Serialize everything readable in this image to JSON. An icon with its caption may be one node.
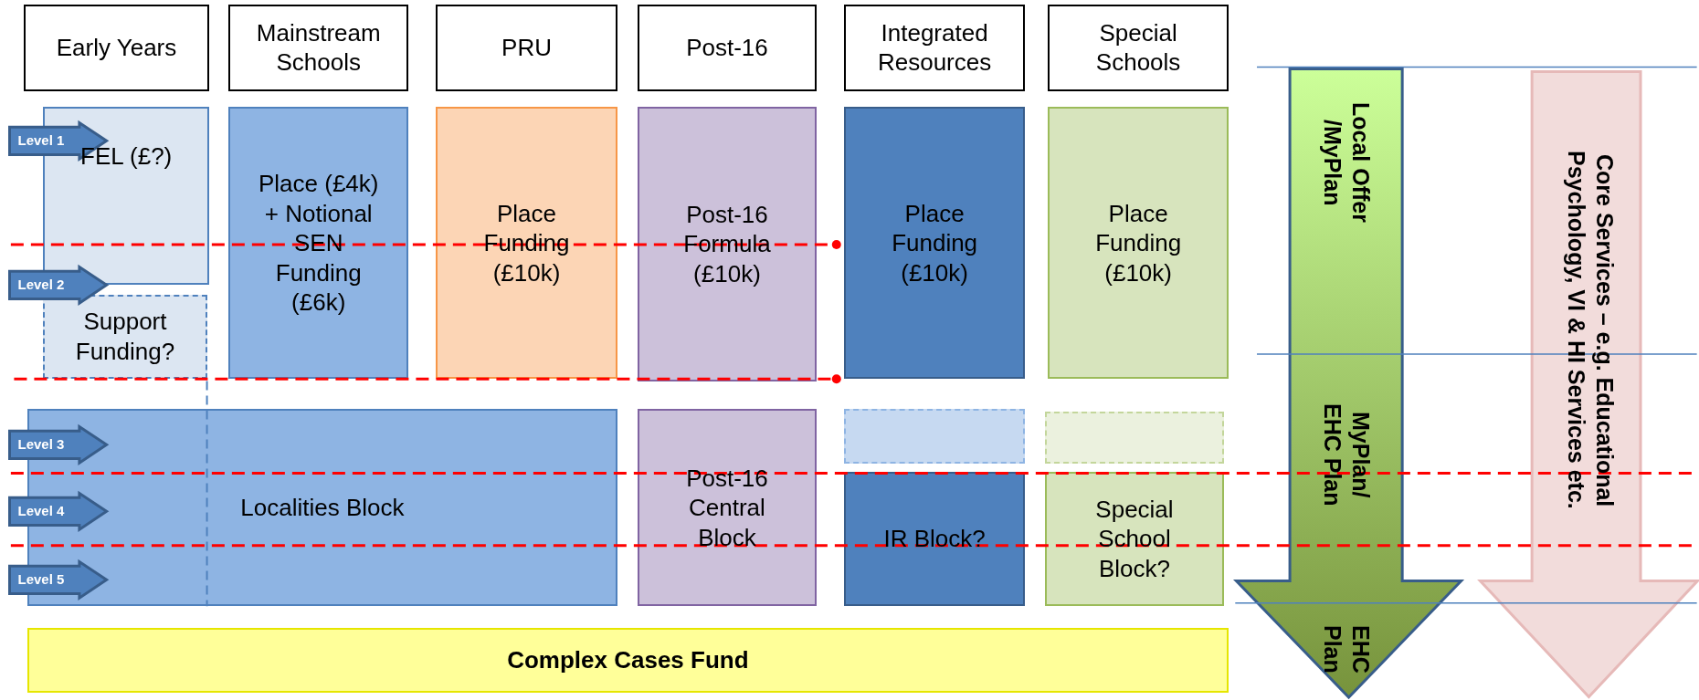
{
  "diagram": {
    "nodes": [
      {
        "text": [
          "Early Years"
        ]
      },
      {
        "text": [
          "Mainstream Schools"
        ]
      },
      {
        "text": [
          "PRU"
        ]
      },
      {
        "text": [
          "Post-16"
        ]
      },
      {
        "text": [
          "Integrated Resources"
        ]
      },
      {
        "text": [
          "Special Schools"
        ]
      },
      {
        "text": [
          "FEL (£?)"
        ]
      },
      {
        "text": [
          "Support Funding?"
        ]
      },
      {
        "text": [
          "Place (£4k) + Notional SEN Funding (£6k)"
        ]
      },
      {
        "text": [
          "Place Funding (£10k)"
        ]
      },
      {
        "text": [
          "Post-16 Formula (£10k)"
        ]
      },
      {
        "text": [
          "Place Funding (£10k)"
        ]
      },
      {
        "text": [
          "Place Funding (£10k)"
        ]
      },
      {
        "text": [
          "Localities Block"
        ]
      },
      {
        "text": [
          "Post-16 Central Block"
        ]
      },
      {
        "text": [],
        "shape": "box"
      },
      {
        "text": [
          "IR Block?"
        ]
      },
      {
        "text": [],
        "shape": "box"
      },
      {
        "text": [
          "Special School Block?"
        ]
      },
      {
        "text": [
          "Complex Cases Fund"
        ]
      },
      {
        "text": [
          "Level 1"
        ]
      },
      {
        "text": [
          "Level 2"
        ]
      },
      {
        "text": [
          "Level 3"
        ]
      },
      {
        "text": [
          "Level 4"
        ]
      },
      {
        "text": [
          "Level 5"
        ]
      },
      {
        "text": [
          "Local Offer /MyPlan",
          "MyPlan/ EHC Plan",
          "EHC Plan"
        ]
      },
      {
        "text": [
          "Core Services – e.g. Educational Psychology, VI & HI Services etc."
        ]
      }
    ],
    "edges": []
  }
}
